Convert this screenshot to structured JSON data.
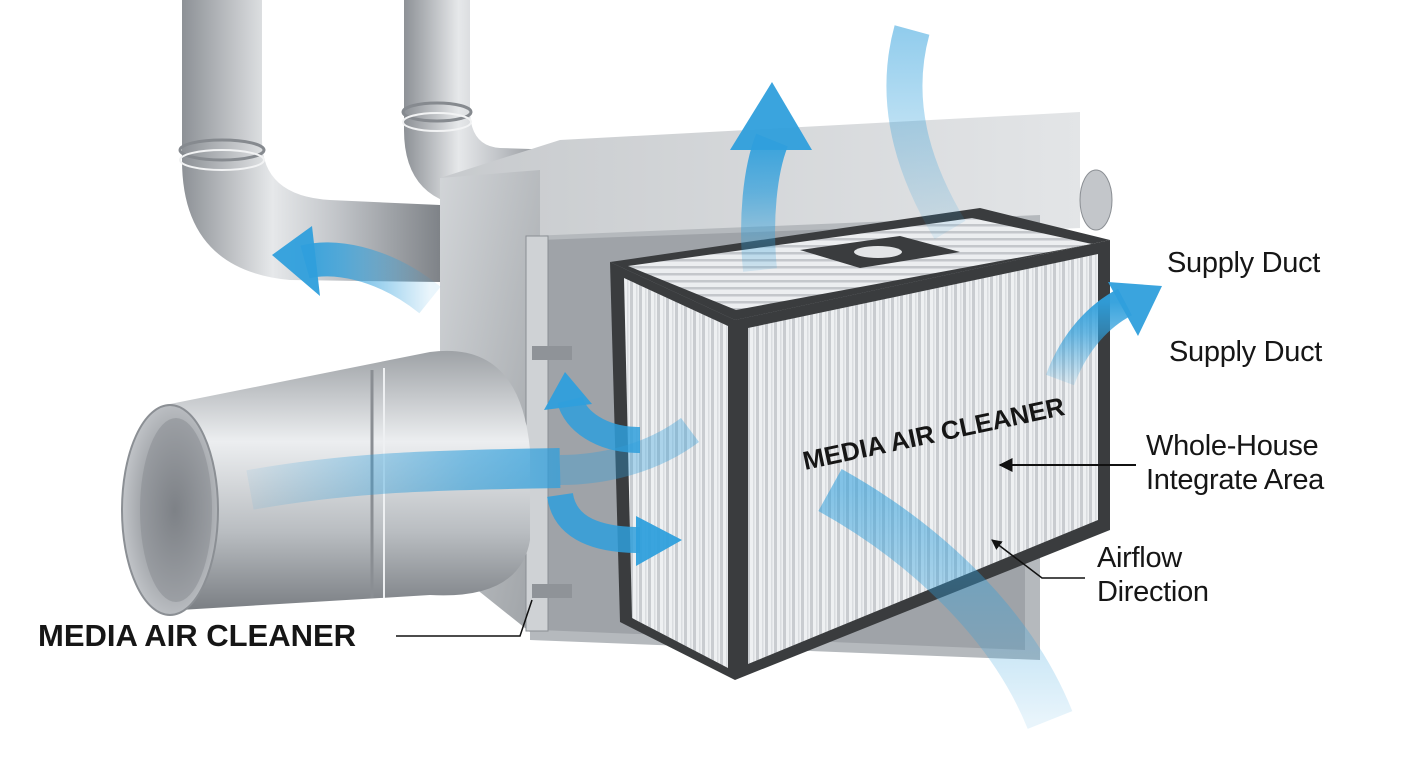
{
  "diagram": {
    "filter_face_label": "MEDIA AIR CLEANER",
    "callouts": {
      "supply_duct_1": "Supply Duct",
      "supply_duct_2": "Supply Duct",
      "whole_house_line1": "Whole-House",
      "whole_house_line2": "Integrate Area",
      "airflow_line1": "Airflow",
      "airflow_line2": "Direction",
      "media_air_cleaner": "MEDIA AIR CLEANER"
    }
  },
  "colors": {
    "airflow_arrow": "#2f9fdc",
    "metal": "#b8bcc0",
    "filter_frame": "#3a3c3e",
    "text": "#161616"
  }
}
